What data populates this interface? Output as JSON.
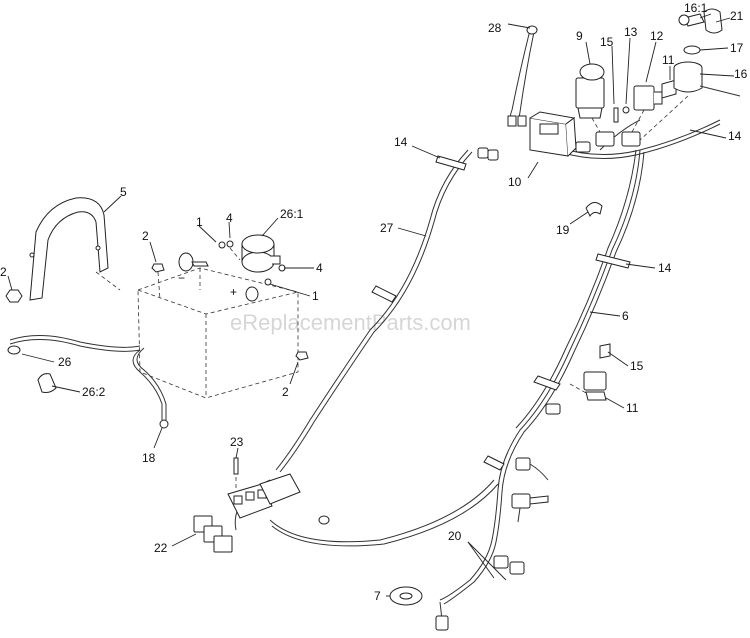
{
  "watermark": "eReplacementParts.com",
  "callouts": {
    "c28": "28",
    "c9": "9",
    "c15a": "15",
    "c13": "13",
    "c12": "12",
    "c11a": "11",
    "c161": "16:1",
    "c21": "21",
    "c17": "17",
    "c16": "16",
    "c14a": "14",
    "c14b": "14",
    "c10": "10",
    "c27": "27",
    "c5": "5",
    "c1a": "1",
    "c4a": "4",
    "c261": "26:1",
    "c2a": "2",
    "c4b": "4",
    "c1b": "1",
    "c2b": "2",
    "c26": "26",
    "c262": "26:2",
    "c2c": "2",
    "c18": "18",
    "c19": "19",
    "c14c": "14",
    "c6": "6",
    "c15b": "15",
    "c11b": "11",
    "c23": "23",
    "c22": "22",
    "c20": "20",
    "c7": "7"
  },
  "battery": {
    "minus": "−",
    "plus": "+"
  }
}
